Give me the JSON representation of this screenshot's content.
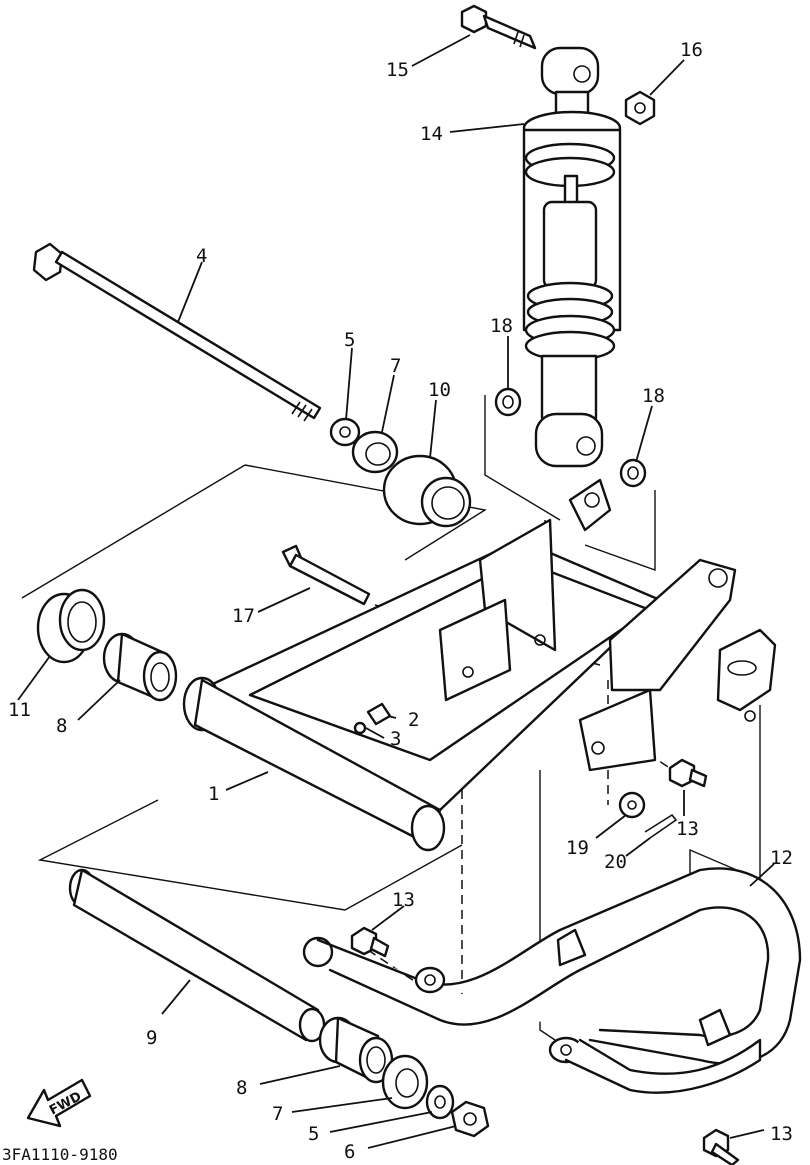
{
  "drawing_code": "3FA1110-9180",
  "direction_label": "FWD",
  "callouts": [
    "15",
    "16",
    "14",
    "4",
    "18",
    "18",
    "5",
    "7",
    "10",
    "17",
    "11",
    "8",
    "2",
    "3",
    "1",
    "19",
    "13",
    "20",
    "12",
    "9",
    "13",
    "8",
    "7",
    "5",
    "6",
    "13"
  ]
}
